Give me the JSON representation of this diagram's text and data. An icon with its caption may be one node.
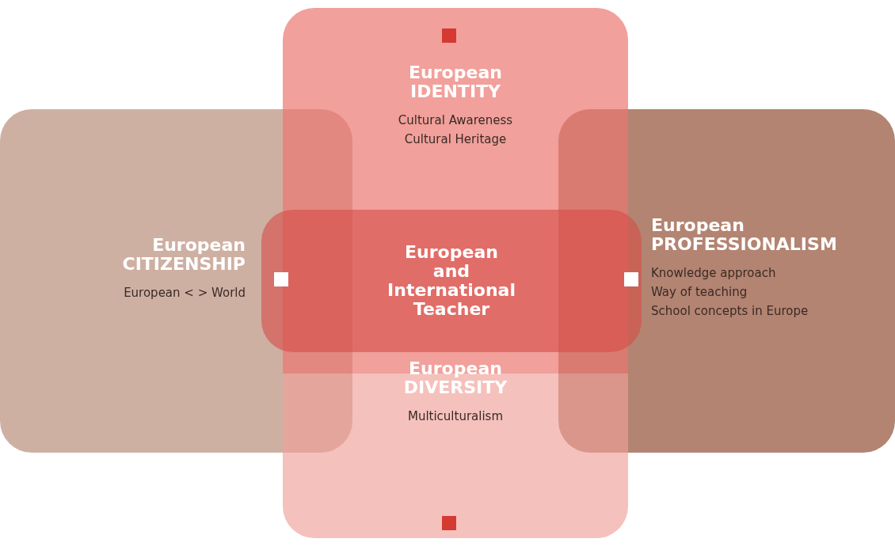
{
  "diagram": {
    "nodes": [
      {
        "text": [
          "European CITIZENSHIP",
          "European < > World"
        ]
      },
      {
        "text": [
          "European IDENTITY",
          "Cultural Awareness",
          "Cultural Heritage"
        ]
      },
      {
        "text": [
          "European DIVERSITY",
          "Multiculturalism"
        ]
      },
      {
        "text": [
          "European PROFESSIONALISM",
          "Knowledge approach",
          "Way of teaching",
          "School concepts in Europe"
        ]
      },
      {
        "text": [
          "European and International Teacher"
        ]
      }
    ]
  }
}
